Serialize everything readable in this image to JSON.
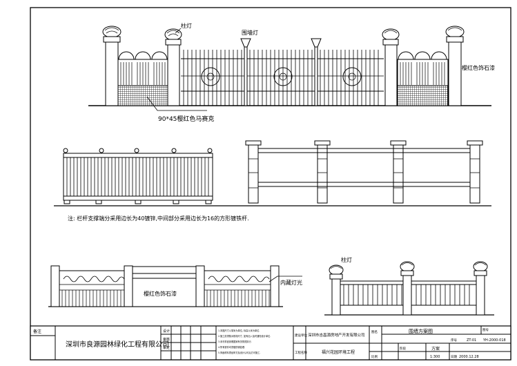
{
  "labels": {
    "pillar_lamp_1": "柱灯",
    "wall_lamp": "围墙灯",
    "stone": "樱红色饰石漆",
    "tile_note": "90*45樱红色马赛克",
    "note": "注: 栏杆支撑端分采用边长为40镀锌,中间部分采用边长为16的方形镀铁杆.",
    "interior_lamp": "内藏灯光",
    "stone_bottom": "樱红色饰石漆",
    "pillar_lamp_2": "柱灯"
  },
  "title_block": {
    "remark_label": "备注",
    "company": "深圳市良源园林绿化工程有限公司",
    "role_1": "设计",
    "role_2": "审核",
    "role_3": "审定",
    "role_4": "",
    "client_label": "建设单位",
    "client": "深圳市吉昌源房地产开发有限公司",
    "project_label": "工程名称",
    "project": "福兴花园环境工程",
    "drawing_label": "图名",
    "drawing_name": "围墙方案图",
    "drawing_no_label": "图号",
    "drawing_no": "YH-2000-018",
    "stage_label": "阶段",
    "stage": "方案",
    "seq_label": "序号",
    "seq": "ZT-01",
    "scale_label": "比例",
    "scale": "1:300",
    "date_label": "日期",
    "date": "2000.12.28"
  },
  "notes_lines": [
    "1.本图尺寸以毫米为单位, 标高以米为单位.",
    "2.施工前须核对现场尺寸, 如有出入及时通知设计单位.",
    "3.未尽事宜参照国家有关规范执行.",
    "4.所有铁件均须做防锈处理.",
    "5.饰面材料须经甲方及设计认可后方可施工."
  ]
}
